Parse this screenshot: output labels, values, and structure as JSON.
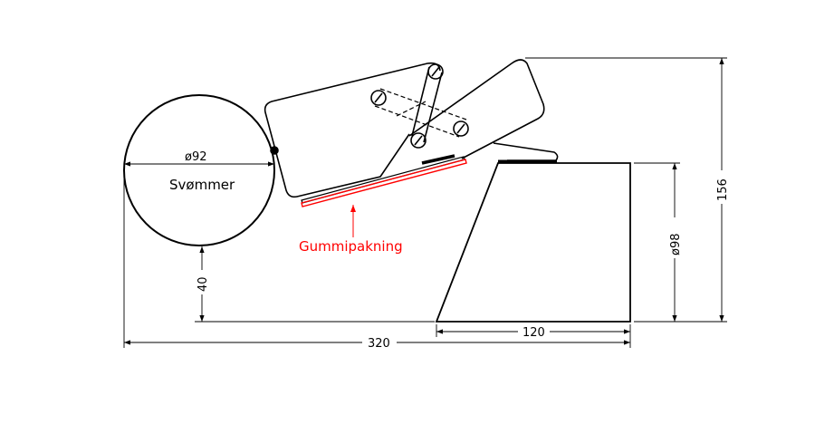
{
  "labels": {
    "float": "Svømmer",
    "gasket": "Gummipakning"
  },
  "dimensions": {
    "float_diameter": "ø92",
    "base_diameter": "ø98",
    "total_height": "156",
    "float_height": "40",
    "base_length": "120",
    "total_length": "320"
  },
  "colors": {
    "line": "#000000",
    "gasket": "#ff0000"
  }
}
